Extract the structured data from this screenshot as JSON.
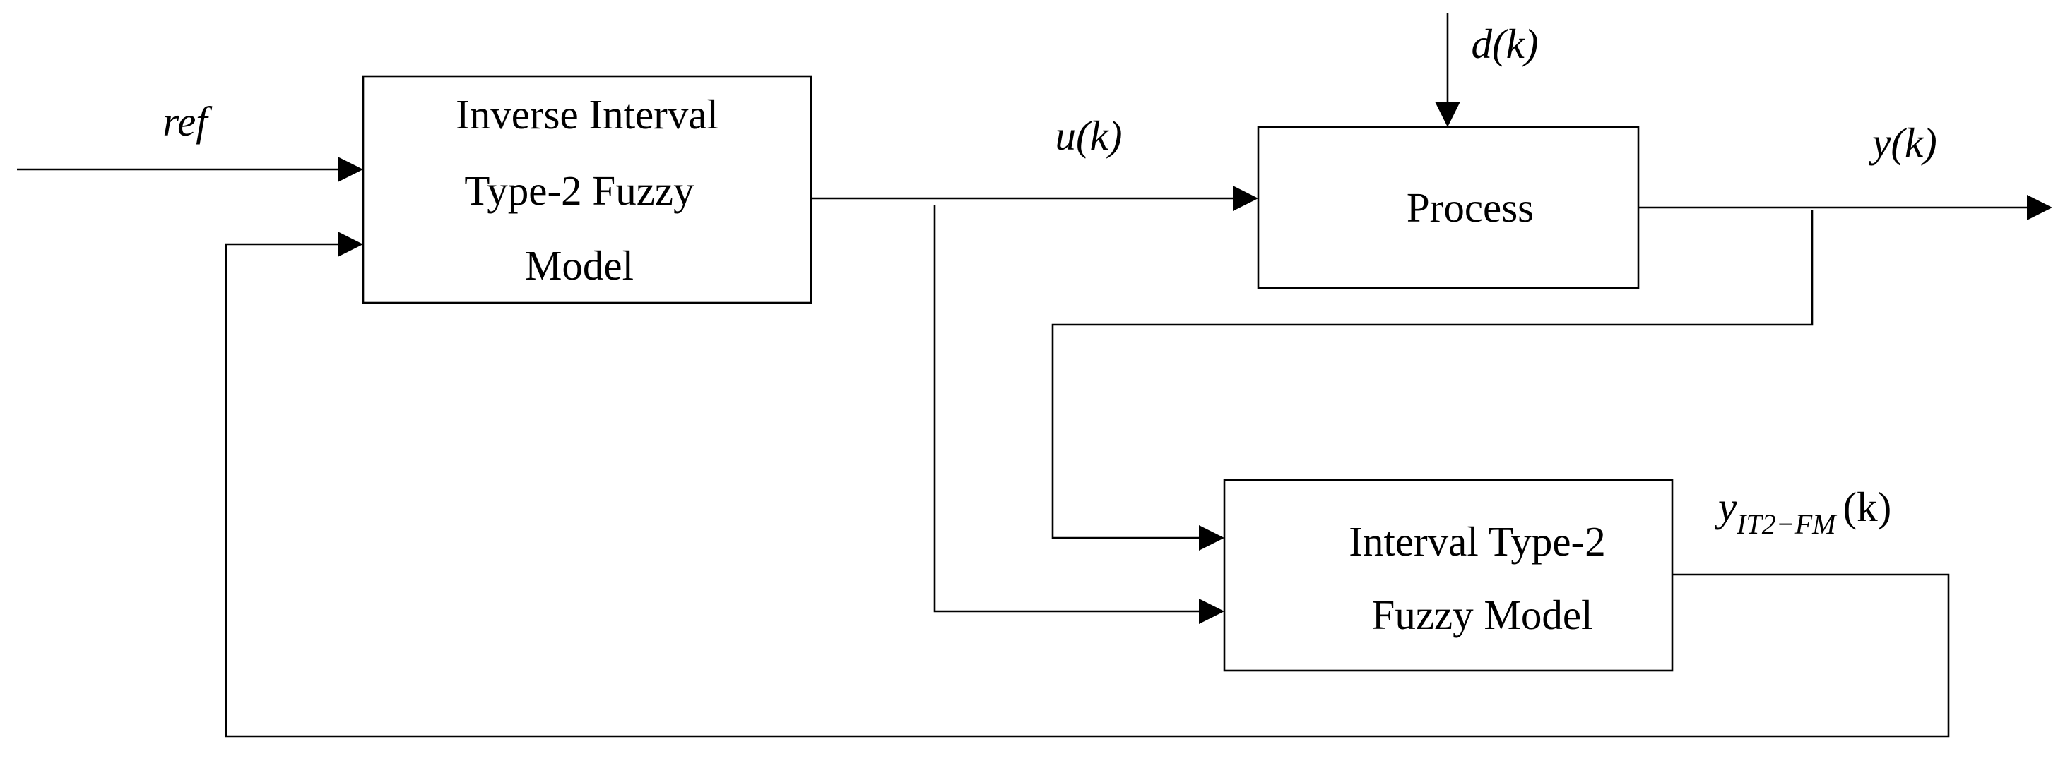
{
  "blocks": {
    "inverse_model": {
      "lines": [
        "Inverse Interval",
        "Type-2 Fuzzy",
        "Model"
      ]
    },
    "process": {
      "lines": [
        "Process"
      ]
    },
    "fuzzy_model": {
      "lines": [
        "Interval Type-2",
        "Fuzzy Model"
      ]
    }
  },
  "signals": {
    "ref": "ref",
    "u": "u(k)",
    "d": "d(k)",
    "y": "y(k)",
    "y_model": {
      "base": "y",
      "subscript": "IT2−FM",
      "arg": "(k)"
    }
  },
  "colors": {
    "stroke": "#000000",
    "background": "#ffffff"
  }
}
